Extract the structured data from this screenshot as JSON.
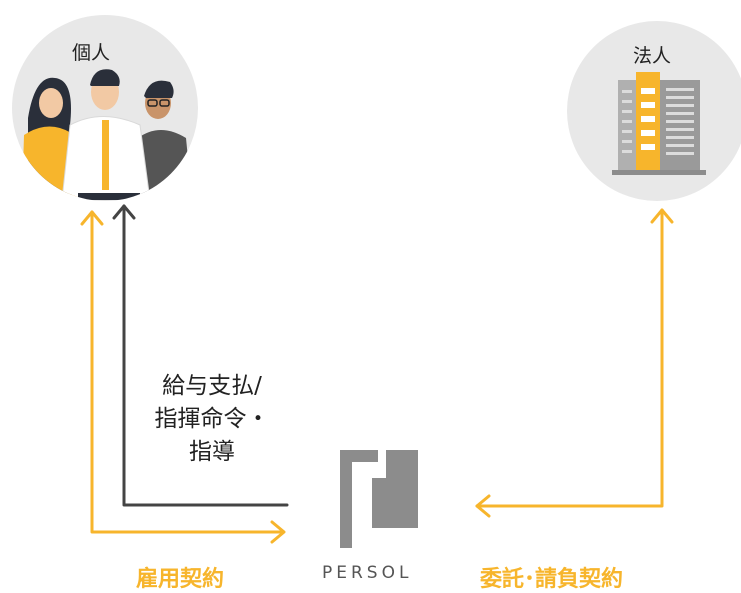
{
  "colors": {
    "accent": "#f7b52c",
    "arrow_dark": "#444444",
    "circle_bg": "#e8e8e8",
    "logo_gray": "#8c8c8c"
  },
  "individual": {
    "label": "個人"
  },
  "corporation": {
    "label": "法人"
  },
  "company": {
    "name": "PERSOL"
  },
  "relations": {
    "employment_contract": "雇用契約",
    "outsourcing_contract": "委託･請負契約",
    "salary_instruction_lines": [
      "給与支払/",
      "指揮命令・",
      "指導"
    ]
  },
  "icons": [
    "people-illustration",
    "building-icon",
    "persol-logo-icon"
  ]
}
